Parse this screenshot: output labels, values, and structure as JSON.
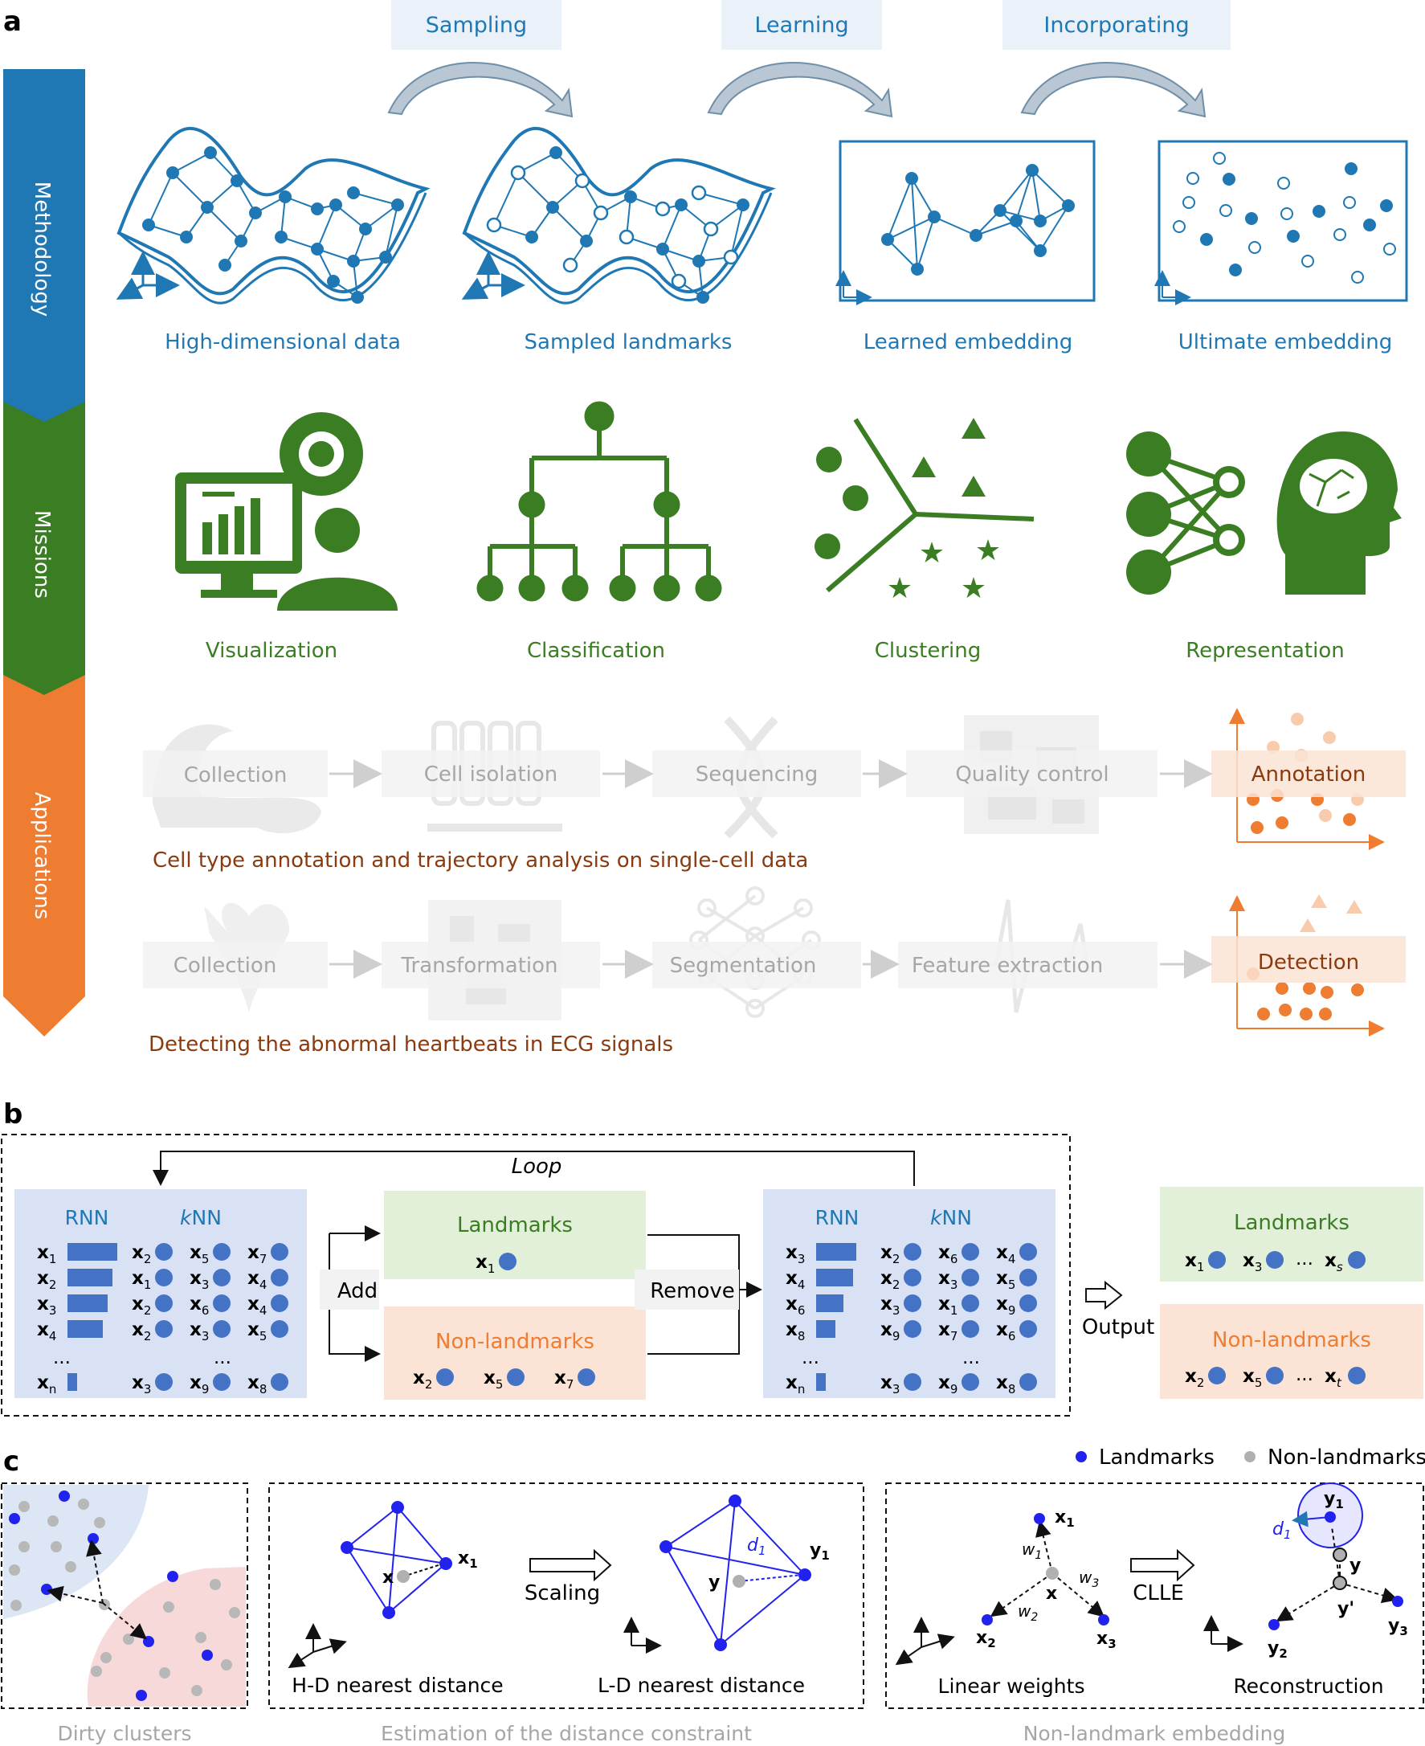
{
  "panel_labels": {
    "a": "a",
    "b": "b",
    "c": "c"
  },
  "a": {
    "steps": [
      "Sampling",
      "Learning",
      "Incorporating"
    ],
    "bands": [
      "Methodology",
      "Missions",
      "Applications"
    ],
    "method_captions": [
      "High-dimensional data",
      "Sampled landmarks",
      "Learned embedding",
      "Ultimate embedding"
    ],
    "mission_captions": [
      "Visualization",
      "Classification",
      "Clustering",
      "Representation"
    ],
    "app1": {
      "steps": [
        "Collection",
        "Cell isolation",
        "Sequencing",
        "Quality control",
        "Annotation"
      ],
      "caption": "Cell type annotation and  trajectory analysis on single-cell data"
    },
    "app2": {
      "steps": [
        "Collection",
        "Transformation",
        "Segmentation",
        "Feature extraction",
        "Detection"
      ],
      "caption": "Detecting the abnormal heartbeats in ECG signals"
    }
  },
  "b": {
    "loop": "Loop",
    "add": "Add",
    "remove": "Remove",
    "output": "Output",
    "rnn": "RNN",
    "knn_k": "k",
    "knn_rest": "NN",
    "landmarks": "Landmarks",
    "non_landmarks": "Non-landmarks",
    "ellipsis": "...",
    "left_table": {
      "rows": [
        "1",
        "2",
        "3",
        "4",
        "...",
        "n"
      ],
      "knn": [
        [
          "2",
          "5",
          "7"
        ],
        [
          "1",
          "3",
          "4"
        ],
        [
          "2",
          "6",
          "4"
        ],
        [
          "2",
          "3",
          "5"
        ],
        [
          "..."
        ],
        [
          "3",
          "9",
          "8"
        ]
      ]
    },
    "right_table": {
      "rows": [
        "3",
        "4",
        "6",
        "8",
        "...",
        "n"
      ],
      "knn": [
        [
          "2",
          "6",
          "4"
        ],
        [
          "2",
          "3",
          "5"
        ],
        [
          "3",
          "1",
          "9"
        ],
        [
          "9",
          "7",
          "6"
        ],
        [
          "..."
        ],
        [
          "3",
          "9",
          "8"
        ]
      ]
    },
    "mid_landmarks": [
      "1"
    ],
    "mid_non_landmarks": [
      "2",
      "5",
      "7"
    ],
    "out_landmarks": [
      "1",
      "3",
      "s"
    ],
    "out_non_landmarks": [
      "2",
      "5",
      "t"
    ]
  },
  "c": {
    "legend": {
      "landmarks": "Landmarks",
      "non_landmarks": "Non-landmarks"
    },
    "titles": [
      "Dirty clusters",
      "Estimation of the distance constraint",
      "Non-landmark embedding"
    ],
    "scaling": "Scaling",
    "clle": "CLLE",
    "hd": "H-D nearest distance",
    "ld": "L-D nearest distance",
    "linear_weights": "Linear weights",
    "reconstruction": "Reconstruction"
  },
  "colors": {
    "blue": "#1f78b4",
    "green": "#3b7d23",
    "orange": "#ee7d31",
    "brown": "#8b3a0e",
    "node_blue": "#2222ee",
    "table_blue": "#d8e2f4",
    "land_green": "#e2efd9",
    "nonland_orange": "#fbe3d5"
  }
}
